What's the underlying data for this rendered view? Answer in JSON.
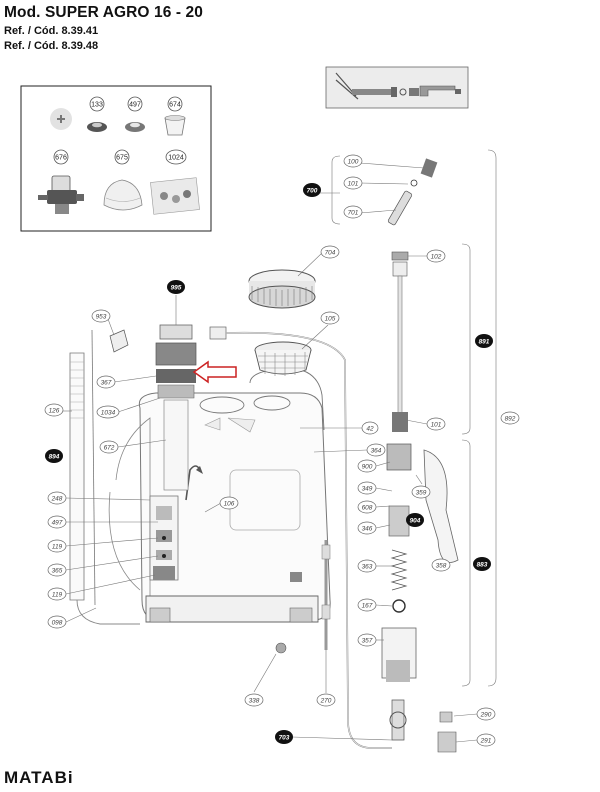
{
  "header": {
    "title": "Mod. SUPER AGRO 16 - 20",
    "ref1": "Ref. / Cód. 8.39.41",
    "ref2": "Ref. / Cód. 8.39.48"
  },
  "brand": "MATABi",
  "kit_box": {
    "items": [
      "133",
      "497",
      "674",
      "676",
      "675",
      "1024"
    ]
  },
  "parts": {
    "p100": "100",
    "p101a": "101",
    "p700": "700",
    "p701": "701",
    "p704": "704",
    "p102": "102",
    "p995": "995",
    "p953": "953",
    "p105": "105",
    "p891": "891",
    "p367": "367",
    "p126": "126",
    "p1034": "1034",
    "p892": "892",
    "p42": "42",
    "p101b": "101",
    "p894": "894",
    "p672": "672",
    "p364": "364",
    "p900": "900",
    "p359": "359",
    "p349": "349",
    "p248": "248",
    "p106": "106",
    "p608": "608",
    "p904": "904",
    "p497": "497",
    "p346": "346",
    "p119a": "119",
    "p365": "365",
    "p358": "358",
    "p883": "883",
    "p363": "363",
    "p119b": "119",
    "p167": "167",
    "p098": "098",
    "p357": "357",
    "p338": "338",
    "p270": "270",
    "p290": "290",
    "p703": "703",
    "p291": "291"
  }
}
